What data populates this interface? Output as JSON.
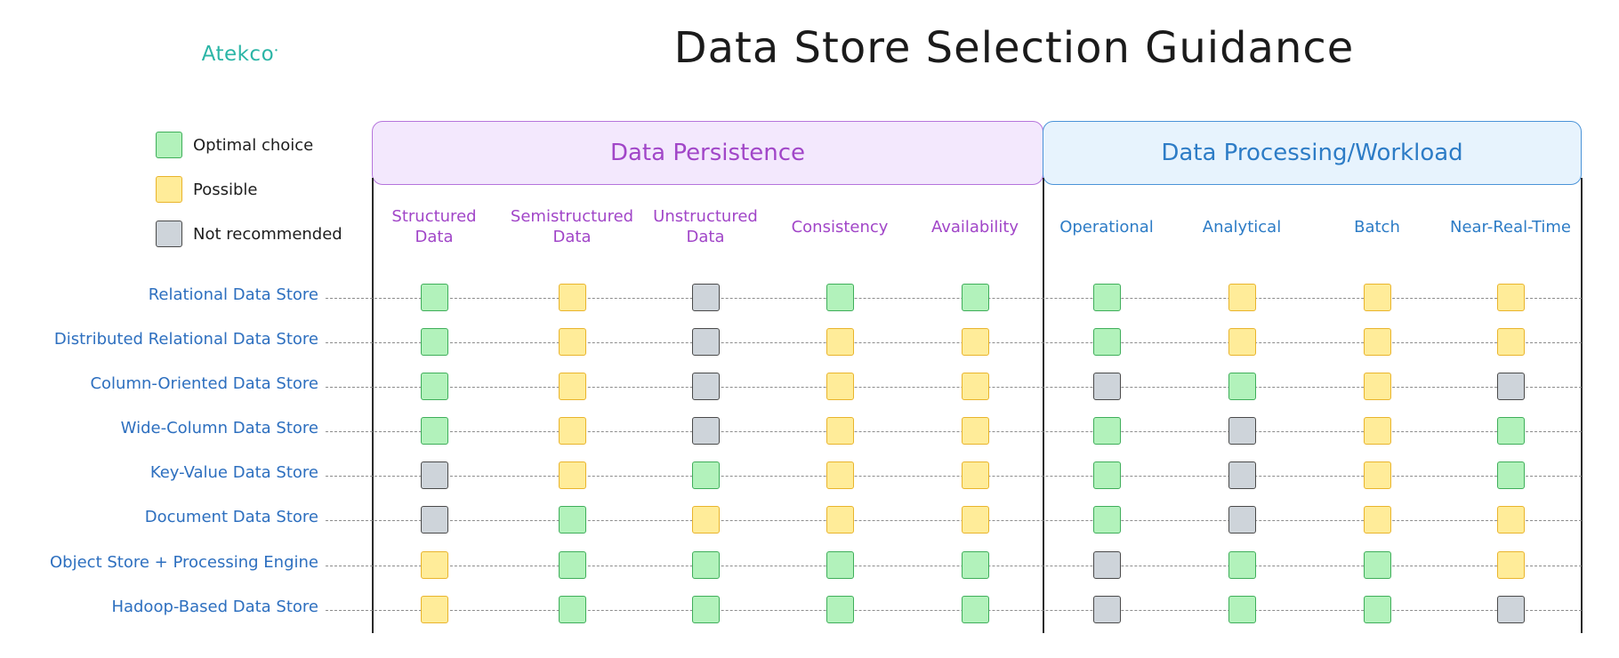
{
  "logo": "Atekco",
  "title": "Data Store Selection Guidance",
  "legend": [
    {
      "status": "optimal",
      "label": "Optimal choice",
      "color": "#b2f2bb"
    },
    {
      "status": "possible",
      "label": "Possible",
      "color": "#ffec99"
    },
    {
      "status": "notrec",
      "label": "Not recommended",
      "color": "#ced4da"
    }
  ],
  "groups": {
    "persistence": "Data Persistence",
    "processing": "Data Processing/Workload"
  },
  "columns": [
    {
      "key": "structured",
      "label": "Structured\nData",
      "group": "p"
    },
    {
      "key": "semistructured",
      "label": "Semistructured\nData",
      "group": "p"
    },
    {
      "key": "unstructured",
      "label": "Unstructured\nData",
      "group": "p"
    },
    {
      "key": "consistency",
      "label": "Consistency",
      "group": "p"
    },
    {
      "key": "availability",
      "label": "Availability",
      "group": "p"
    },
    {
      "key": "operational",
      "label": "Operational",
      "group": "d"
    },
    {
      "key": "analytical",
      "label": "Analytical",
      "group": "d"
    },
    {
      "key": "batch",
      "label": "Batch",
      "group": "d"
    },
    {
      "key": "nrt",
      "label": "Near-Real-Time",
      "group": "d"
    }
  ],
  "rows": [
    {
      "label": "Relational Data Store",
      "values": [
        "optimal",
        "possible",
        "notrec",
        "optimal",
        "optimal",
        "optimal",
        "possible",
        "possible",
        "possible"
      ]
    },
    {
      "label": "Distributed Relational Data Store",
      "values": [
        "optimal",
        "possible",
        "notrec",
        "possible",
        "possible",
        "optimal",
        "possible",
        "possible",
        "possible"
      ]
    },
    {
      "label": "Column-Oriented Data Store",
      "values": [
        "optimal",
        "possible",
        "notrec",
        "possible",
        "possible",
        "notrec",
        "optimal",
        "possible",
        "notrec"
      ]
    },
    {
      "label": "Wide-Column Data Store",
      "values": [
        "optimal",
        "possible",
        "notrec",
        "possible",
        "possible",
        "optimal",
        "notrec",
        "possible",
        "optimal"
      ]
    },
    {
      "label": "Key-Value Data Store",
      "values": [
        "notrec",
        "possible",
        "optimal",
        "possible",
        "possible",
        "optimal",
        "notrec",
        "possible",
        "optimal"
      ]
    },
    {
      "label": "Document Data Store",
      "values": [
        "notrec",
        "optimal",
        "possible",
        "possible",
        "possible",
        "optimal",
        "notrec",
        "possible",
        "possible"
      ]
    },
    {
      "label": "Object Store + Processing Engine",
      "values": [
        "possible",
        "optimal",
        "optimal",
        "optimal",
        "optimal",
        "notrec",
        "optimal",
        "optimal",
        "possible"
      ]
    },
    {
      "label": "Hadoop-Based Data Store",
      "values": [
        "possible",
        "optimal",
        "optimal",
        "optimal",
        "optimal",
        "notrec",
        "optimal",
        "optimal",
        "notrec"
      ]
    }
  ]
}
